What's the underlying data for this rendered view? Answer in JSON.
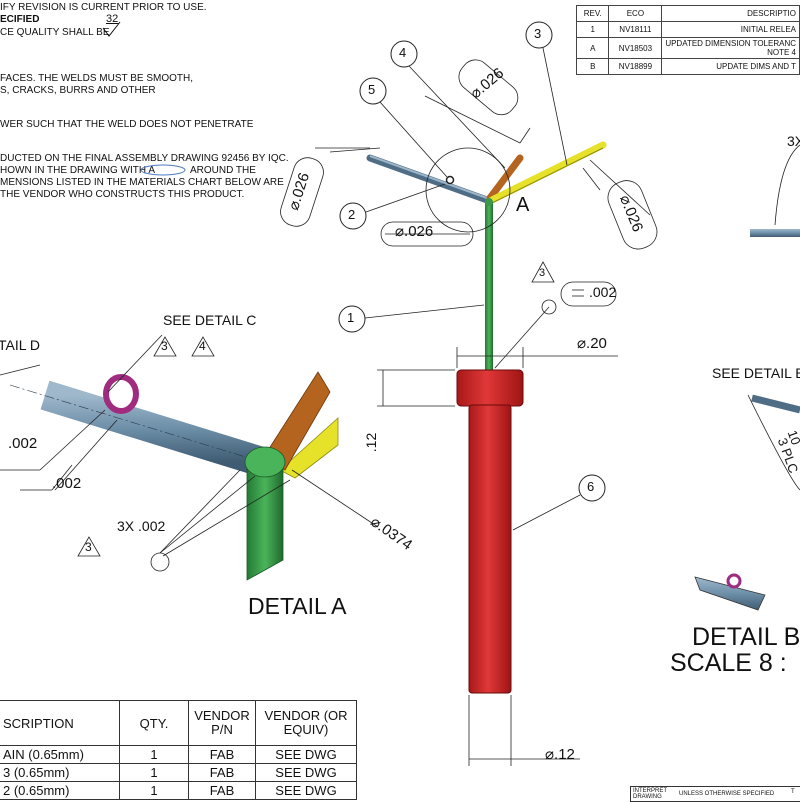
{
  "notes": {
    "line1": "IFY REVISION IS CURRENT PRIOR TO USE.",
    "line2": "ECIFIED",
    "line3": "CE QUALITY SHALL BE",
    "surface_value": "32",
    "line4": "FACES.  THE WELDS MUST BE SMOOTH,",
    "line5": "S, CRACKS, BURRS AND OTHER",
    "line6": "WER SUCH THAT THE WELD DOES NOT PENETRATE",
    "line7": "DUCTED ON THE FINAL ASSEMBLY DRAWING 92456 BY IQC.",
    "line8a": "HOWN IN THE DRAWING WITH A",
    "line8b": "AROUND THE",
    "line9": "MENSIONS LISTED IN THE MATERIALS CHART BELOW ARE",
    "line10": "THE VENDOR WHO CONSTRUCTS THIS PRODUCT."
  },
  "revision_table": {
    "headers": [
      "REV.",
      "ECO",
      "DESCRIPTIO"
    ],
    "rows": [
      [
        "1",
        "NV18111",
        "INITIAL RELEA"
      ],
      [
        "A",
        "NV18503",
        "UPDATED DIMENSION TOLERANC",
        "NOTE 4"
      ],
      [
        "B",
        "NV18899",
        "UPDATE DIMS AND T"
      ]
    ]
  },
  "balloons": {
    "b1": "1",
    "b2": "2",
    "b3": "3",
    "b4": "4",
    "b5": "5",
    "b6": "6"
  },
  "dims": {
    "d026_top": "⌀.026",
    "d026_left": "⌀.026",
    "d026_right": "⌀.026",
    "d026_bottom": "⌀.026",
    "view_a": "A",
    "tri3": "3",
    "flat002": ".002",
    "d20": "⌀.20",
    "d12v": ".12",
    "d12": "⌀.12",
    "detA_d0374": "⌀.0374",
    "detA_002a": ".002",
    "detA_002b": ".002",
    "detA_3x002": "3X .002",
    "detA_tri3": "3",
    "detA_tri3b": "3",
    "detA_tri4": "4",
    "right_3x": "3X"
  },
  "labels": {
    "see_detail_c": "SEE DETAIL C",
    "detail_d_partial": "TAIL D",
    "detail_a": "DETAIL A",
    "see_detail_b": "SEE DETAIL B",
    "detail_b": "DETAIL B",
    "scale": "SCALE 8 :",
    "angle_partial": "10",
    "plc_partial": "3 PLC"
  },
  "materials_table": {
    "headers": [
      "SCRIPTION",
      "QTY.",
      "VENDOR P/N",
      "VENDOR (OR EQUIV)"
    ],
    "rows": [
      [
        "AIN (0.65mm)",
        "1",
        "FAB",
        "SEE DWG"
      ],
      [
        "3 (0.65mm)",
        "1",
        "FAB",
        "SEE DWG"
      ],
      [
        "2 (0.65mm)",
        "1",
        "FAB",
        "SEE DWG"
      ]
    ]
  },
  "title_block": {
    "interpret": "INTERPRET DRAWING",
    "unless": "UNLESS OTHERWISE SPECIFIED",
    "t": "T"
  },
  "colors": {
    "red": "#d42a2a",
    "green": "#3a9a4a",
    "blue_grey": "#6d8fa8",
    "brown": "#b4641e",
    "yellow": "#e6e22a",
    "magenta": "#b0358c"
  }
}
